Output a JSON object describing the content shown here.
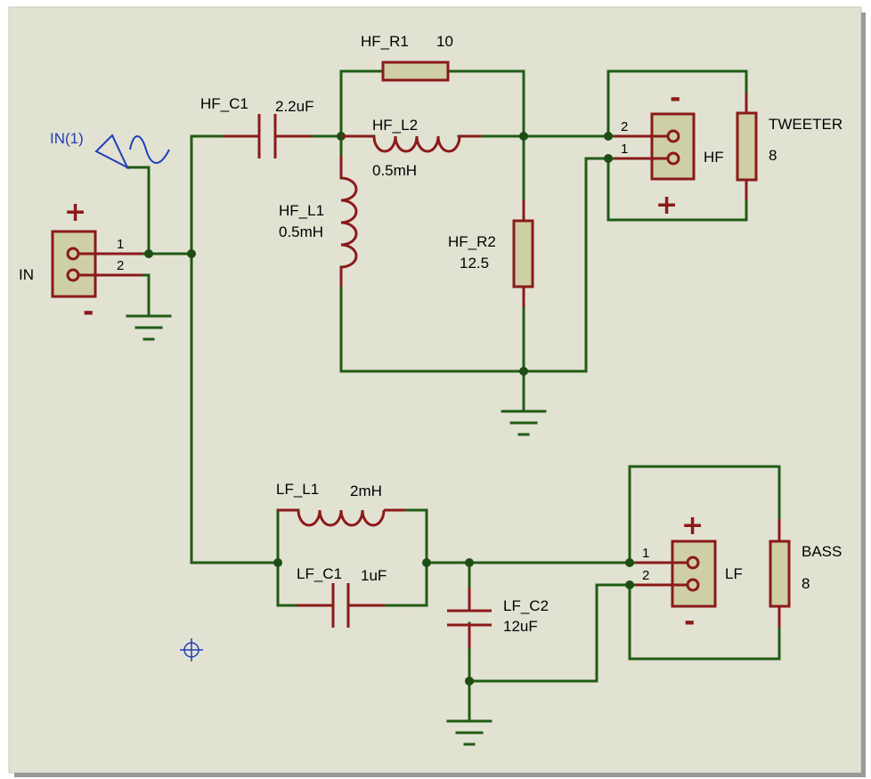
{
  "colors": {
    "background": "#e2e2d3",
    "wire": "#215c15",
    "component": "#8b1a1a",
    "component_fill": "#cfcfa6",
    "generator": "#1f3fb8"
  },
  "input": {
    "generator_label": "IN(1)",
    "connector_label": "IN",
    "pin1": "1",
    "pin2": "2",
    "plus": "+",
    "minus": "-"
  },
  "hf": {
    "c1": {
      "name": "HF_C1",
      "value": "2.2uF"
    },
    "r1": {
      "name": "HF_R1",
      "value": "10"
    },
    "l2": {
      "name": "HF_L2",
      "value": "0.5mH"
    },
    "l1": {
      "name": "HF_L1",
      "value": "0.5mH"
    },
    "r2": {
      "name": "HF_R2",
      "value": "12.5"
    },
    "connector": {
      "label": "HF",
      "pin1": "1",
      "pin2": "2",
      "plus": "+",
      "minus": "-"
    },
    "speaker": {
      "name": "TWEETER",
      "value": "8"
    }
  },
  "lf": {
    "l1": {
      "name": "LF_L1",
      "value": "2mH"
    },
    "c1": {
      "name": "LF_C1",
      "value": "1uF"
    },
    "c2": {
      "name": "LF_C2",
      "value": "12uF"
    },
    "connector": {
      "label": "LF",
      "pin1": "1",
      "pin2": "2",
      "plus": "+",
      "minus": "-"
    },
    "speaker": {
      "name": "BASS",
      "value": "8"
    }
  }
}
